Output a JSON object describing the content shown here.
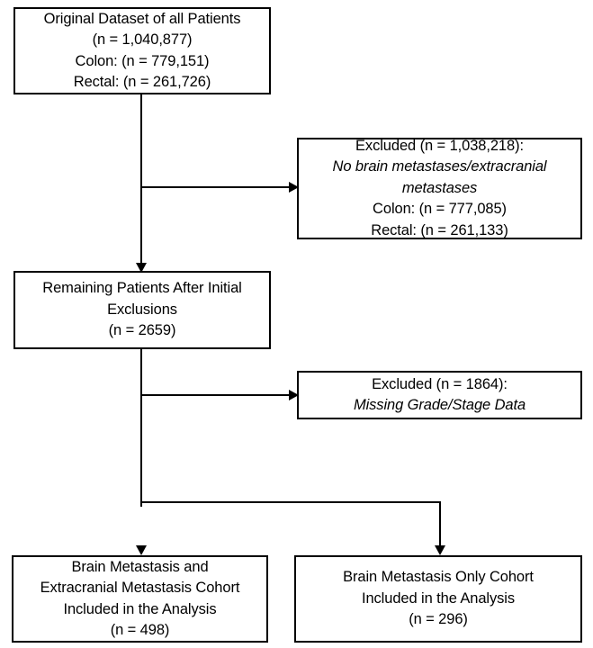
{
  "figure": {
    "type": "flowchart",
    "orientation": "top-down",
    "background_color": "#ffffff",
    "line_color": "#000000",
    "text_color": "#000000"
  },
  "nodes": {
    "original": {
      "name": "Original Dataset of all Patients",
      "lines": [
        "Original Dataset of all Patients",
        "(n = 1,040,877)",
        "Colon: (n = 779,151)",
        "Rectal: (n = 261,726)"
      ],
      "n_total": "1,040,877",
      "n_colon": "779,151",
      "n_rectal": "261,726"
    },
    "excluded_1": {
      "name": "Excluded no brain or extracranial metastases",
      "lines": [
        "Excluded (n = 1,038,218):",
        "No brain metastases/extracranial metastases",
        "Colon: (n = 777,085)",
        "Rectal: (n = 261,133)"
      ],
      "heading": "Excluded (n = 1,038,218):",
      "reason": "No brain metastases/extracranial metastases",
      "n_total": "1,038,218",
      "n_colon": "777,085",
      "n_rectal": "261,133"
    },
    "remaining": {
      "name": "Remaining Patients After Initial Exclusions",
      "lines": [
        "Remaining Patients After Initial",
        "Exclusions",
        "(n = 2659)"
      ],
      "n_total": "2659"
    },
    "excluded_2": {
      "name": "Excluded missing grade or stage data",
      "lines": [
        "Excluded (n = 1864):",
        "Missing Grade/Stage Data"
      ],
      "heading": "Excluded (n = 1864):",
      "reason": "Missing Grade/Stage Data",
      "n_total": "1864"
    },
    "cohort_both": {
      "name": "Brain Metastasis and Extracranial Metastasis Cohort",
      "lines": [
        "Brain Metastasis and",
        "Extracranial Metastasis Cohort",
        "Included in the Analysis",
        "(n = 498)"
      ],
      "n_total": "498"
    },
    "cohort_only": {
      "name": "Brain Metastasis Only Cohort",
      "lines": [
        "Brain Metastasis Only Cohort",
        "Included in the Analysis",
        "(n = 296)"
      ],
      "n_total": "296"
    }
  },
  "edges": [
    {
      "from": "original",
      "to": "remaining",
      "style": "solid-arrow"
    },
    {
      "from": "original",
      "to": "excluded_1",
      "style": "solid-arrow"
    },
    {
      "from": "remaining",
      "to": "excluded_2",
      "style": "solid-arrow"
    },
    {
      "from": "remaining",
      "to": "cohort_both",
      "style": "solid-arrow"
    },
    {
      "from": "remaining",
      "to": "cohort_only",
      "style": "solid-arrow"
    }
  ]
}
